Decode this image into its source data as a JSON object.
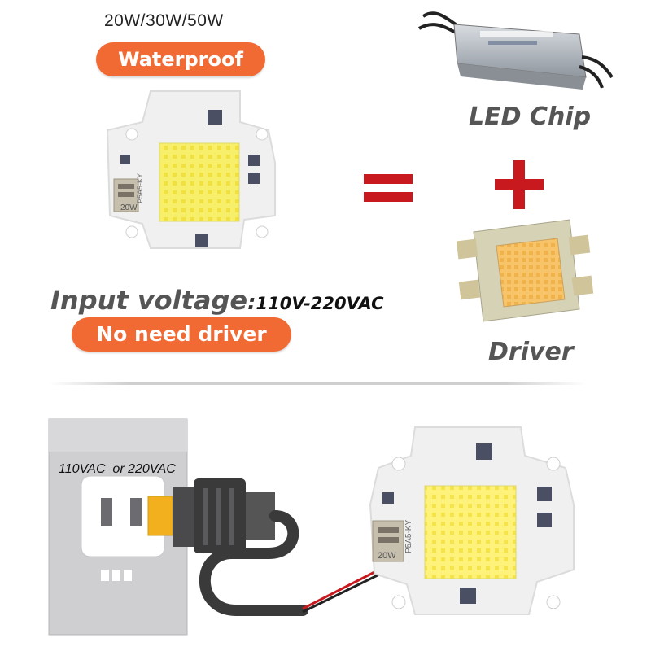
{
  "header": {
    "wattage": "20W/30W/50W",
    "waterproof_badge": "Waterproof"
  },
  "spec": {
    "input_label": "Input voltage",
    "separator": ":",
    "input_value": "110V-220VAC",
    "no_driver_badge": "No need driver"
  },
  "comparison": {
    "equals_symbol": "equals-icon",
    "plus_symbol": "plus-icon",
    "led_chip_label": "LED Chip",
    "driver_label": "Driver"
  },
  "outlet": {
    "voltage_text": "110VAC  or 220VAC"
  },
  "chip": {
    "marking_top": "P5A5-KY",
    "marking_wattage": "20W"
  },
  "colors": {
    "badge_orange": "#f26a33",
    "symbol_red": "#c8191e",
    "led_yellow": "#f7ef6a",
    "board_white": "#f2f2f2",
    "cable_dark": "#3a3a3a"
  }
}
